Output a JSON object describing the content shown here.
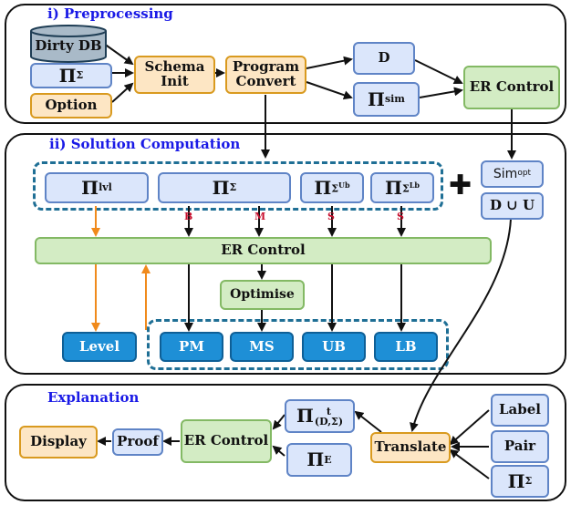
{
  "sections": {
    "preprocessing": "i) Preprocessing",
    "solution": "ii) Solution Computation",
    "explanation": "Explanation"
  },
  "preprocessing": {
    "dirty_db": "Dirty DB",
    "pi_sigma": "Π",
    "pi_sigma_sub": "Σ",
    "option": "Option",
    "schema_init": "Schema Init",
    "program_convert": "Program Convert",
    "d": "D",
    "pi_sim": "Π",
    "pi_sim_sup": "sim",
    "er_control": "ER Control"
  },
  "solution": {
    "pi_lvl": "Π",
    "pi_lvl_sup": "lvl",
    "pi_sigma": "Π",
    "pi_sigma_sub": "Σ",
    "pi_ub": "Π",
    "pi_ub_sub": "Σ",
    "pi_ub_sub2": "Ub",
    "pi_lb": "Π",
    "pi_lb_sub": "Σ",
    "pi_lb_sub2": "Lb",
    "label_b": "B",
    "label_m": "M",
    "label_s1": "S",
    "label_s2": "S",
    "plus": "✚",
    "sim_opt": "Sim",
    "sim_opt_sub": "opt",
    "d_union_u": "D ∪ U",
    "er_control": "ER Control",
    "optimise": "Optimise",
    "level": "Level",
    "pm": "PM",
    "ms": "MS",
    "ub": "UB",
    "lb": "LB"
  },
  "explanation": {
    "display": "Display",
    "proof": "Proof",
    "er_control": "ER Control",
    "pi_t": "Π",
    "pi_t_sup": "t",
    "pi_t_sub": "(D,Σ)",
    "pi_e": "Π",
    "pi_e_sub": "E",
    "translate": "Translate",
    "label": "Label",
    "pair": "Pair",
    "pi_sigma": "Π",
    "pi_sigma_sub": "Σ"
  }
}
